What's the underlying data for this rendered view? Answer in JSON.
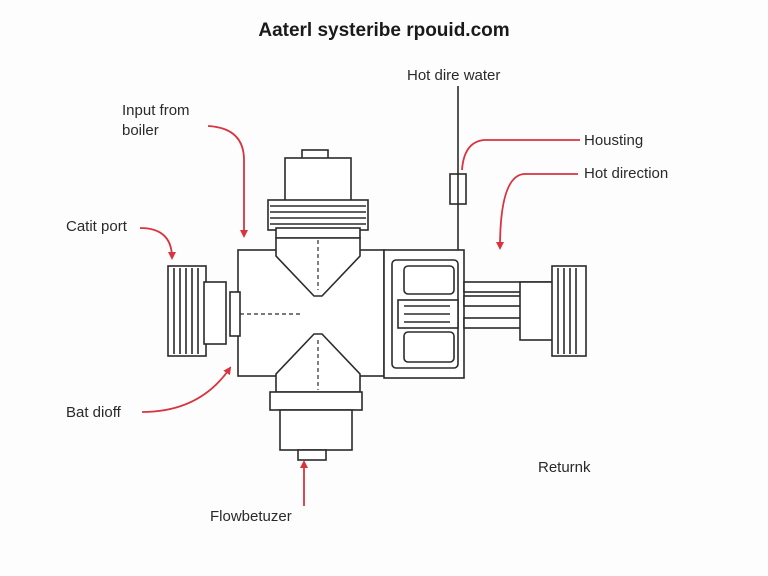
{
  "title": "Aaterl systeribe rpouid.com",
  "labels": {
    "input_from_boiler_line1": "Input from",
    "input_from_boiler_line2": "boiler",
    "hot_dire_water": "Hot dire water",
    "housting": "Housting",
    "hot_direction": "Hot direction",
    "catit_port": "Catit port",
    "bat_dioff": "Bat dioff",
    "returnk": "Returnk",
    "flowbetuzer": "Flowbetuzer"
  },
  "colors": {
    "arrow": "#d8333f",
    "line": "#2b2b2b",
    "background": "#fdfdfd"
  }
}
